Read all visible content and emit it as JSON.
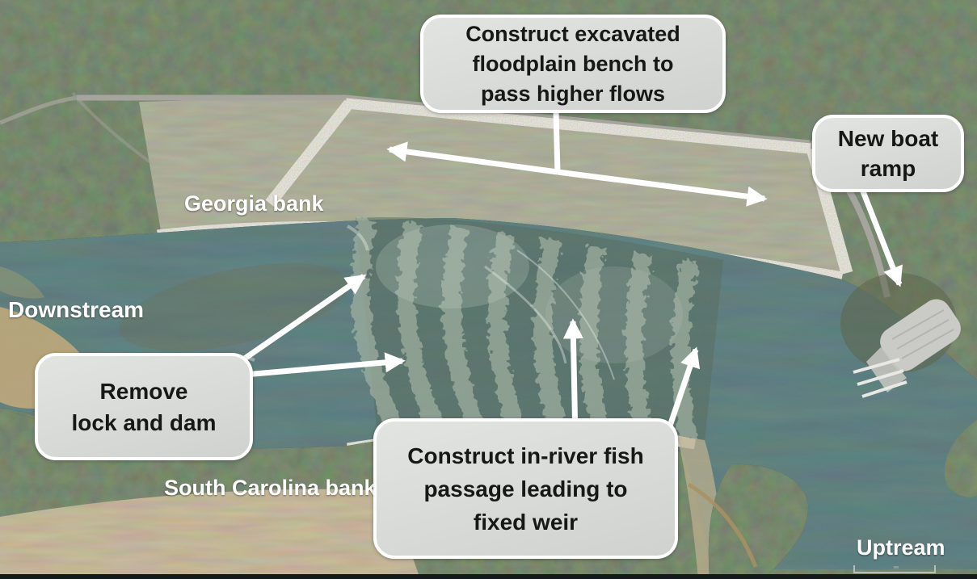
{
  "figure": {
    "description": "Aerial concept rendering of lock and dam removal with fish passage",
    "banks": {
      "georgia": "Georgia bank",
      "south_carolina": "South Carolina bank"
    },
    "flow_labels": {
      "downstream": "Downstream",
      "upstream": "Uptream"
    }
  },
  "callouts": {
    "floodplain_bench": {
      "lines": [
        "Construct excavated",
        "floodplain bench to",
        "pass higher flows"
      ]
    },
    "boat_ramp": {
      "lines": [
        "New boat",
        "ramp"
      ]
    },
    "remove_dam": {
      "lines": [
        "Remove",
        "lock and dam"
      ]
    },
    "fish_passage": {
      "lines": [
        "Construct in-river fish",
        "passage leading to",
        "fixed weir"
      ]
    }
  },
  "colors": {
    "callout_bg": "#cfd2cf",
    "callout_bg_light": "#e2e4e1",
    "callout_border": "#ffffff",
    "callout_text": "#171717",
    "label_text": "#ffffff",
    "arrow": "#ffffff",
    "forest": "#2e3b2a",
    "field": "#6f7059",
    "river": "#1e3536",
    "riprap": "#b7b4a4",
    "road": "#a3a39b",
    "sand": "#c3a878",
    "dirt_bank": "#8a7a55",
    "rapids": "#a8b8a6",
    "ramp_pad": "#c9c9c5"
  }
}
